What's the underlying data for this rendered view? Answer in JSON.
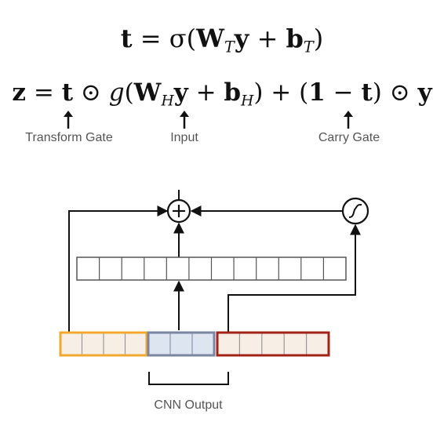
{
  "equations": {
    "transform_gate_equation": "t = σ(W_T y + b_T)",
    "output_equation": "z = t ⊙ g(W_H y + b_H) + (1 − t) ⊙ y"
  },
  "annotations": {
    "transform_gate": "Transform Gate",
    "input": "Input",
    "carry_gate": "Carry Gate"
  },
  "diagram": {
    "cnn_output_label": "CNN Output",
    "colors": {
      "orange_segment": "#f0a830",
      "blue_segment": "#7a86a0",
      "red_segment": "#a02218",
      "cell_fill": "#f7efe6",
      "blue_cell_fill": "#dde6f0",
      "line": "#111111"
    }
  }
}
